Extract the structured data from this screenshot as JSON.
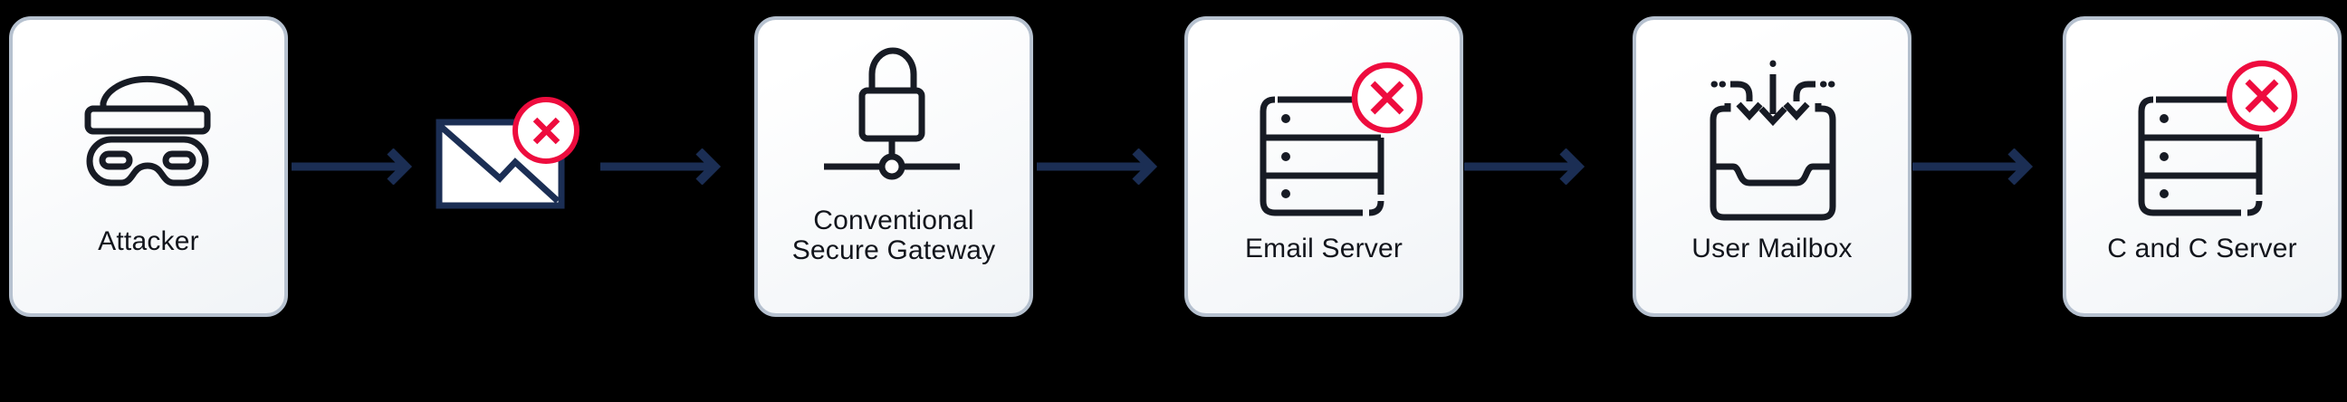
{
  "colors": {
    "background": "#000000",
    "card_bg_top": "#ffffff",
    "card_bg_bottom": "#f1f4f7",
    "card_border": "#b6c1cf",
    "icon_ink": "#171b24",
    "flow_navy": "#1b2e54",
    "alert_red": "#ee0c3e",
    "label_text": "#12151c"
  },
  "flow": {
    "nodes": [
      {
        "type": "card",
        "label": "Attacker",
        "icon": "attacker-icon"
      },
      {
        "type": "icon",
        "icon": "blocked-email-icon",
        "badge": "x-blocked-badge"
      },
      {
        "type": "card",
        "label_line1": "Conventional",
        "label_line2": "Secure Gateway",
        "icon": "secure-gateway-icon"
      },
      {
        "type": "card",
        "label": "Email Server",
        "icon": "email-server-icon",
        "badge": "x-blocked-badge"
      },
      {
        "type": "card",
        "label": "User Mailbox",
        "icon": "user-mailbox-icon"
      },
      {
        "type": "card",
        "label": "C and C Server",
        "icon": "cc-server-icon",
        "badge": "x-blocked-badge"
      }
    ],
    "connector": "right-arrow"
  }
}
